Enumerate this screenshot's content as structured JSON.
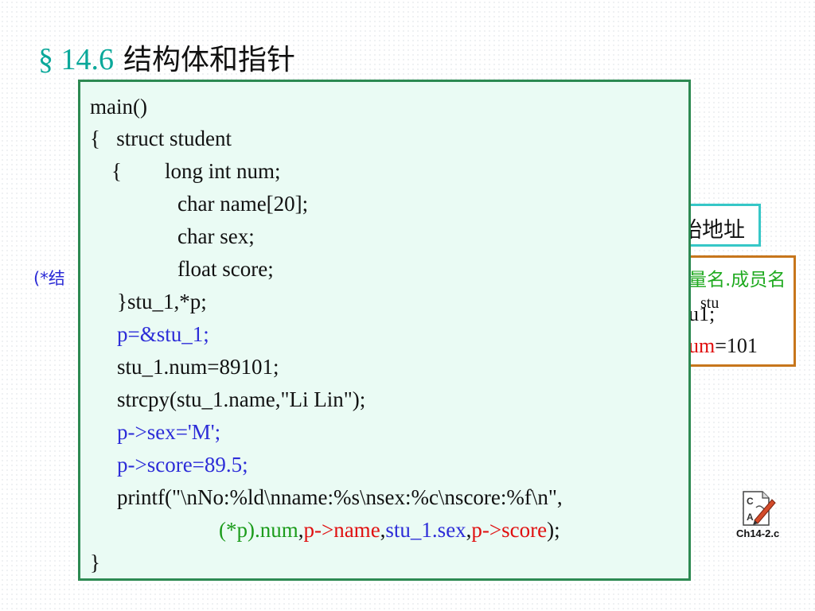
{
  "title": {
    "section": "§ 14.6",
    "text": "结构体和指针"
  },
  "background": {
    "addr_fragment": "始地址",
    "member_label": "量名.成员名",
    "stu_small": "stu",
    "u1_fragment": "u1;",
    "num_prefix": "um",
    "num_value": "=101",
    "left_fragment": "(*结"
  },
  "code": {
    "l1": "main()",
    "l2": "{   struct student",
    "l3": "    {        long int num;",
    "l4": "char name[20];",
    "l5": "char sex;",
    "l6": "float score;",
    "l7": "}stu_1,*p;",
    "l8": "p=&stu_1;",
    "l9": "stu_1.num=89101;",
    "l10": "strcpy(stu_1.name,\"Li Lin\");",
    "l11": "p->sex='M';",
    "l12": "p->score=89.5;",
    "l13": "printf(\"\\nNo:%ld\\nname:%s\\nsex:%c\\nscore:%f\\n\",",
    "l14_a": "(*p).num",
    "l14_b": ",",
    "l14_c": "p->name",
    "l14_d": ",",
    "l14_e": "stu_1.sex",
    "l14_f": ",",
    "l14_g": "p->score",
    "l14_h": ");",
    "l15": "}"
  },
  "file": {
    "icon": "c-source-file-icon",
    "label": "Ch14-2.c"
  },
  "colors": {
    "section": "#0aa89a",
    "blue": "#2d2dd8",
    "green": "#1c9c1c",
    "red": "#e01010",
    "frame": "#2d8a52",
    "panel": "#eafbf4"
  }
}
